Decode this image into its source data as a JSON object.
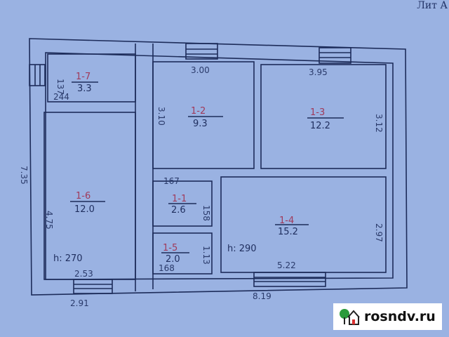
{
  "corner_label": "Лит А",
  "rooms": [
    {
      "id": "1-7",
      "area": "3.3"
    },
    {
      "id": "1-2",
      "area": "9.3"
    },
    {
      "id": "1-3",
      "area": "12.2"
    },
    {
      "id": "1-6",
      "area": "12.0"
    },
    {
      "id": "1-1",
      "area": "2.6"
    },
    {
      "id": "1-4",
      "area": "15.2"
    },
    {
      "id": "1-5",
      "area": "2.0"
    }
  ],
  "dimensions": {
    "d137": "137",
    "d244": "244",
    "d300": "3.00",
    "d395": "3.95",
    "d310": "3.10",
    "d312": "3.12",
    "d735": "7.35",
    "d475": "4.75",
    "d167": "167",
    "d158": "158",
    "d297": "2.97",
    "d113": "1.13",
    "d168": "168",
    "d253": "2.53",
    "d522": "5.22",
    "d291": "2.91",
    "d819": "8.19"
  },
  "heights": {
    "left": "h: 270",
    "right": "h: 290"
  },
  "watermark": {
    "text": "rosndv.ru",
    "colors": {
      "tree": "#2a9a3a",
      "door": "#d83030"
    }
  }
}
